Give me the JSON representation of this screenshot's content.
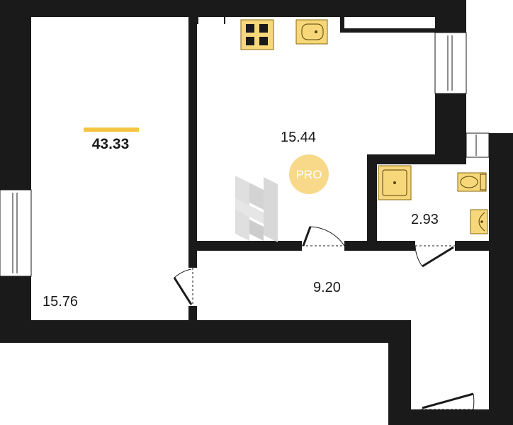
{
  "floor_plan": {
    "total_area": "43.33",
    "badge": "PRO",
    "rooms": [
      {
        "id": "room-left",
        "area": "15.76"
      },
      {
        "id": "kitchen-living",
        "area": "15.44"
      },
      {
        "id": "hallway",
        "area": "9.20"
      },
      {
        "id": "bathroom",
        "area": "2.93"
      }
    ]
  },
  "colors": {
    "wall": "#1a1a1a",
    "accent": "#f5c542",
    "fixture_fill": "#f6d77a",
    "fixture_stroke": "#8a6a10",
    "badge_fill": "#f8d98a",
    "watermark": "#d9d9d9"
  },
  "icons": [
    "stove-icon",
    "kitchen-sink-icon",
    "shower-icon",
    "toilet-icon",
    "washbasin-icon",
    "watermark-logo"
  ]
}
